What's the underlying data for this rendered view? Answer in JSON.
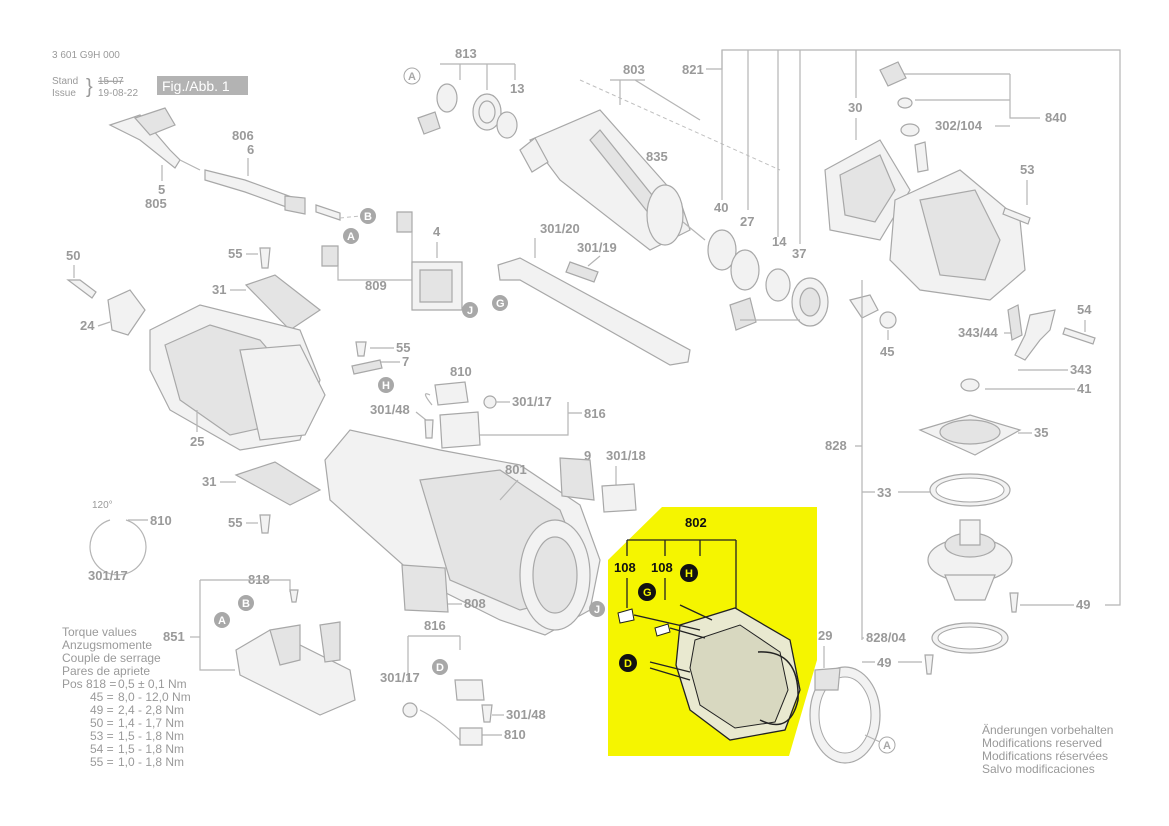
{
  "header": {
    "doc_number": "3 601 G9H 000",
    "stand_label": "Stand",
    "issue_label": "Issue",
    "stand_date": "15-07",
    "issue_date": "19-08-22",
    "figure_label": "Fig./Abb. 1"
  },
  "highlight": {
    "color": "#f5f500",
    "part_label": "802"
  },
  "labels": {
    "p813": "813",
    "p803": "803",
    "p821": "821",
    "p30": "30",
    "p840": "840",
    "p302_104": "302/104",
    "p13": "13",
    "p835": "835",
    "p806": "806",
    "p6": "6",
    "p5": "5",
    "p805": "805",
    "p53": "53",
    "p40": "40",
    "p27": "27",
    "p14": "14",
    "p37": "37",
    "p301_20": "301/20",
    "p301_19": "301/19",
    "p4": "4",
    "p50": "50",
    "p55a": "55",
    "p31a": "31",
    "p809": "809",
    "p24": "24",
    "p54": "54",
    "p343_44": "343/44",
    "p45": "45",
    "p343": "343",
    "p41": "41",
    "p55b": "55",
    "p7": "7",
    "p810a": "810",
    "p301_17a": "301/17",
    "p301_48a": "301/48",
    "p816a": "816",
    "p25": "25",
    "p828": "828",
    "p35": "35",
    "p9": "9",
    "p301_18": "301/18",
    "p801": "801",
    "p31b": "31",
    "p33": "33",
    "p810b": "810",
    "p55c": "55",
    "p301_17b": "301/17",
    "p818": "818",
    "p808": "808",
    "p108a": "108",
    "p108b": "108",
    "p49a": "49",
    "p851": "851",
    "p816b": "816",
    "p29": "29",
    "p828_04": "828/04",
    "p49b": "49",
    "p301_17c": "301/17",
    "p301_48b": "301/48",
    "p810c": "810",
    "angle": "120°"
  },
  "circles": {
    "A1": "A",
    "A2": "A",
    "A3": "A",
    "A4": "A",
    "B1": "B",
    "B2": "B",
    "G1": "G",
    "G2": "G",
    "J1": "J",
    "J2": "J",
    "H1": "H",
    "H2": "H",
    "D1": "D",
    "D2": "D"
  },
  "torque": {
    "title": [
      "Torque values",
      "Anzugsmomente",
      "Couple de serrage",
      "Pares de apriete"
    ],
    "rows": [
      [
        "Pos 818 =",
        "0,5 ± 0,1 Nm"
      ],
      [
        "45 =",
        "8,0 - 12,0 Nm"
      ],
      [
        "49 =",
        "2,4 - 2,8 Nm"
      ],
      [
        "50 =",
        "1,4 - 1,7 Nm"
      ],
      [
        "53 =",
        "1,5 - 1,8 Nm"
      ],
      [
        "54 =",
        "1,5 - 1,8 Nm"
      ],
      [
        "55 =",
        "1,0 - 1,8 Nm"
      ]
    ]
  },
  "modifications": [
    "Änderungen vorbehalten",
    "Modifications reserved",
    "Modifications réservées",
    "Salvo modificaciones"
  ]
}
